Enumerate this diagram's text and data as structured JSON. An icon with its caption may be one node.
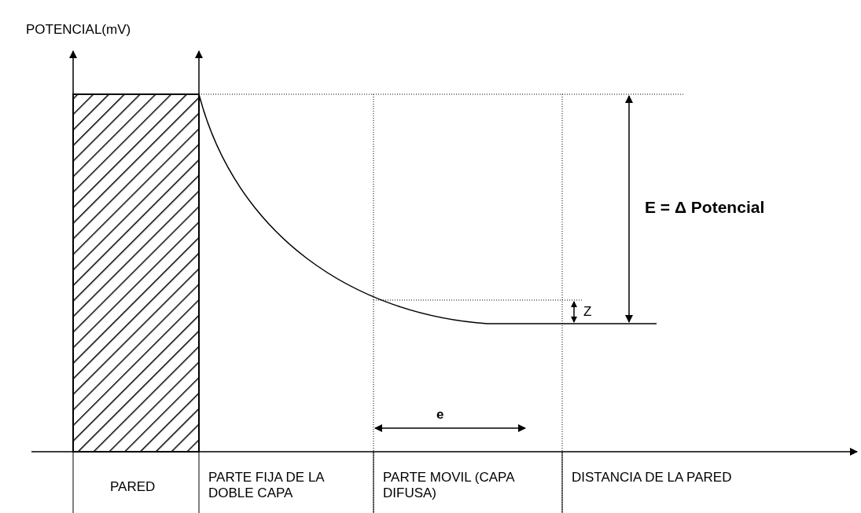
{
  "diagram": {
    "labels": [
      "POTENCIAL(mV)",
      "E = Δ Potencial",
      "Z",
      "e",
      "PARED",
      "PARTE FIJA DE LA DOBLE CAPA",
      "PARTE MOVIL (CAPA DIFUSA)",
      "DISTANCIA DE LA PARED"
    ]
  }
}
